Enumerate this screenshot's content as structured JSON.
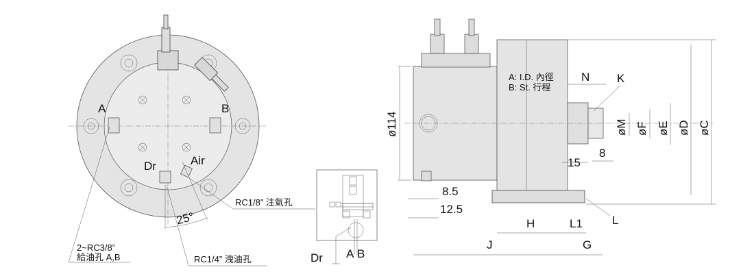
{
  "front_view": {
    "port_a": "A",
    "port_b": "B",
    "port_dr": "Dr",
    "port_air": "Air",
    "angle": "25°",
    "callout_air": "RC1/8”  注氣孔",
    "callout_drain": "RC1/4”  洩油孔",
    "callout_supply_line1": "2~RC3/8”",
    "callout_supply_line2": "給油孔 A,B"
  },
  "side_view": {
    "legend_a": "A: I.D. 內徑",
    "legend_b": "B: St.  行程",
    "dim_bore": "ø114",
    "dim_8_5": "8.5",
    "dim_12_5": "12.5",
    "dim_h": "H",
    "dim_l1": "L1",
    "dim_j": "J",
    "dim_g": "G",
    "dim_l": "L",
    "dim_n": "N",
    "dim_k": "K",
    "dim_15": "15",
    "dim_8": "8",
    "dim_m": "øM",
    "dim_f": "øF",
    "dim_e": "øE",
    "dim_d": "øD",
    "dim_c": "øC"
  },
  "schematic": {
    "label_dr": "Dr",
    "label_a": "A",
    "label_b": "B"
  }
}
